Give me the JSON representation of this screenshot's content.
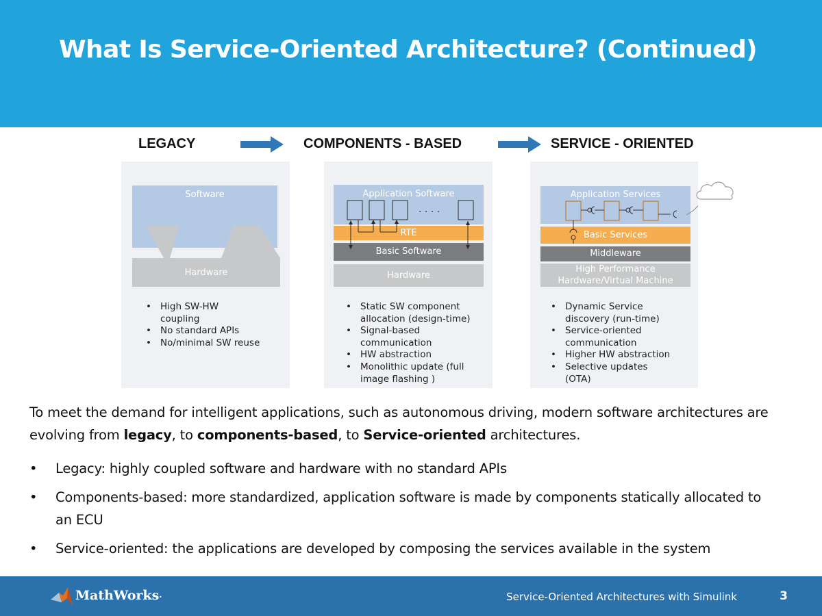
{
  "slide": {
    "title": "What Is Service-Oriented Architecture? (Continued)",
    "page_number": "3",
    "footer_text": "Service-Oriented Architectures with Simulink",
    "logo_text": "MathWorks",
    "logo_mark": "·"
  },
  "diagram": {
    "stages": [
      "LEGACY",
      "COMPONENTS - BASED",
      "SERVICE - ORIENTED"
    ],
    "legacy": {
      "software": "Software",
      "hardware": "Hardware",
      "bullets": [
        "High SW-HW coupling",
        "No standard APIs",
        "No/minimal SW reuse"
      ]
    },
    "components": {
      "app_software": "Application Software",
      "dots": ". . . .",
      "rte": "RTE",
      "basic_software": "Basic Software",
      "hardware": "Hardware",
      "bullets": [
        "Static SW component allocation (design-time)",
        "Signal-based communication",
        "HW abstraction",
        "Monolithic update (full image flashing )"
      ]
    },
    "service": {
      "app_services": "Application Services",
      "basic_services": "Basic Services",
      "middleware": "Middleware",
      "hw_line1": "High Performance",
      "hw_line2": "Hardware/Virtual Machine",
      "bullets": [
        "Dynamic Service discovery (run-time)",
        "Service-oriented communication",
        "Higher HW abstraction",
        "Selective updates (OTA)"
      ]
    }
  },
  "body": {
    "intro_1": "To meet the demand for intelligent applications, such as autonomous driving, modern software architectures are evolving from ",
    "intro_bold_1": "legacy",
    "intro_2": ", to ",
    "intro_bold_2": "components-based",
    "intro_3": ", to ",
    "intro_bold_3": "Service-oriented",
    "intro_4": " architectures.",
    "bullets": [
      "Legacy: highly coupled software and hardware with no standard APIs",
      "Components-based: more standardized, application software is made by components statically allocated to an ECU",
      "Service-oriented: the applications are developed by composing the services available in the system"
    ]
  }
}
